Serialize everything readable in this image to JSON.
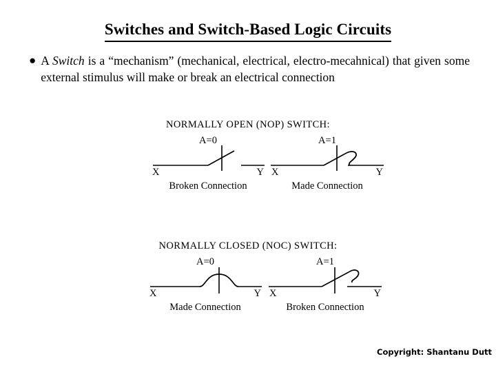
{
  "slide": {
    "title": "Switches and Switch-Based Logic Circuits",
    "bullet_marker": "●",
    "bullet": {
      "lead": "A ",
      "keyword": "Switch",
      "rest": " is a “mechanism” (mechanical, electrical, electro-mecahnical) that given some external stimulus will make or break an electrical connection"
    },
    "background_color": "#ffffff",
    "ink_color": "#000000"
  },
  "sections": [
    {
      "id": "nop",
      "heading": "NORMALLY OPEN (NOP) SWITCH:",
      "figures": [
        {
          "id": "nop-a0",
          "control_label": "A=0",
          "terminal_left": "X",
          "terminal_right": "Y",
          "caption": "Broken Connection",
          "state": "open"
        },
        {
          "id": "nop-a1",
          "control_label": "A=1",
          "terminal_left": "X",
          "terminal_right": "Y",
          "caption": "Made Connection",
          "state": "closed"
        }
      ]
    },
    {
      "id": "noc",
      "heading": "NORMALLY CLOSED (NOC) SWITCH:",
      "figures": [
        {
          "id": "noc-a0",
          "control_label": "A=0",
          "terminal_left": "X",
          "terminal_right": "Y",
          "caption": "Made Connection",
          "state": "closed"
        },
        {
          "id": "noc-a1",
          "control_label": "A=1",
          "terminal_left": "X",
          "terminal_right": "Y",
          "caption": "Broken Connection",
          "state": "open"
        }
      ]
    }
  ],
  "footer": {
    "copyright": "Copyright: Shantanu Dutt"
  }
}
